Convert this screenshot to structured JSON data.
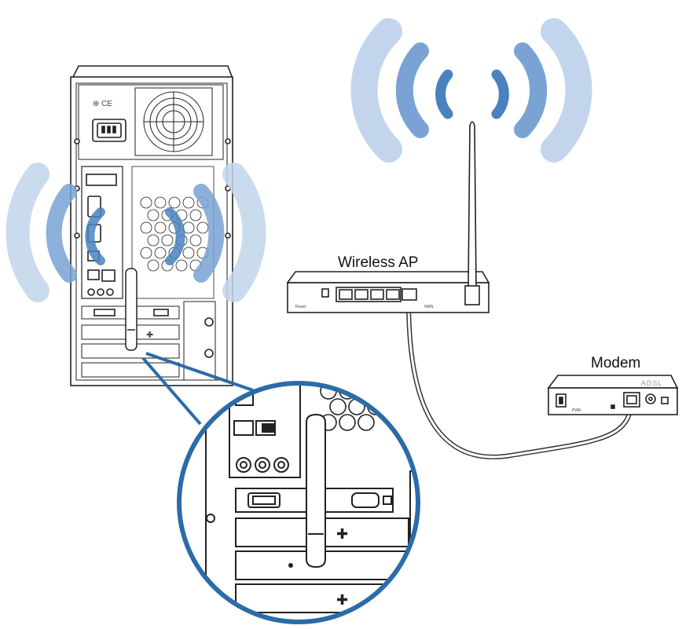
{
  "labels": {
    "wireless_ap": "Wireless AP",
    "modem": "Modem",
    "modem_brand": "ADSL"
  },
  "icons": {
    "wifi_waves": "wifi-waves-icon",
    "antenna": "antenna-icon",
    "power_socket": "power-socket-icon",
    "fan": "fan-icon"
  },
  "colors": {
    "wave_dark": "#4a82c0",
    "wave_light": "#bcd0ea",
    "callout_blue": "#2c6ba8",
    "line": "#222222",
    "device_fill": "#ffffff"
  }
}
